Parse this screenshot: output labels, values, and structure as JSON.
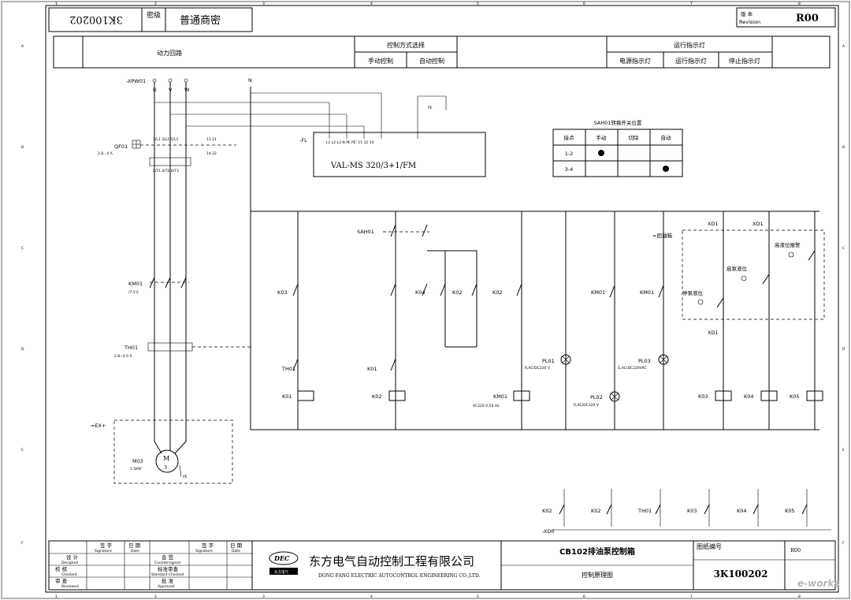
{
  "header": {
    "code": "3K100202",
    "secret_label": "密级",
    "secret_value": "普通商密",
    "revision_label_cn": "版 本",
    "revision_label_en": "Revision",
    "revision_value": "R00"
  },
  "sections": {
    "power_circuit": "动力回路",
    "control_mode": "控制方式选择",
    "manual_control": "手动控制",
    "auto_control": "自动控制",
    "run_indicator": "运行指示灯",
    "power_lamp": "电源指示灯",
    "run_lamp": "运行指示灯",
    "stop_lamp": "停止指示灯"
  },
  "switch_table": {
    "title": "SAH01转换开关位置",
    "headers": [
      "接点",
      "手动",
      "切除",
      "自动"
    ],
    "rows": [
      {
        "contact": "1-2",
        "manual": true,
        "off": false,
        "auto": false
      },
      {
        "contact": "3-4",
        "manual": false,
        "off": false,
        "auto": true
      }
    ]
  },
  "labels": {
    "xpw": "-XPW01",
    "qf": "QF01",
    "qf_rating": "2.8...4 A",
    "km_main": "KM01",
    "km_main_ref": "/7.5:E",
    "th": "TH01",
    "th_rating": "2.8~4.0 A",
    "ex": "=EX+",
    "motor": "M03",
    "motor_power": "1.5KW",
    "motor_symbol": "M",
    "motor_phase": "3",
    "pe": "PE",
    "fl": "-FL",
    "val": "VAL-MS 320/3+1/FM",
    "sah": "SAH01",
    "tank": "=回油箱",
    "xd1": "XD1",
    "xd0": "-XD0",
    "high_alarm": "高液位报警",
    "start_level": "启泵液位",
    "stop_level": "停泵液位",
    "k01": "K01",
    "k02": "K02",
    "k03": "K03",
    "k04": "K04",
    "k05": "K05",
    "km01_coil": "KM01",
    "km01_coil_spec": "AC220 V,50 Hz",
    "pl01": "PL01",
    "pl01_spec": "R,AC/DC220 V",
    "pl02": "PL02",
    "pl02_spec": "R,AC/DC220 V",
    "pl03": "PL03",
    "pl03_spec": "G,AC/DC220VAC"
  },
  "title_block": {
    "design": "设 计",
    "design_en": "Designed",
    "check": "校 核",
    "check_en": "Checked",
    "review": "审 查",
    "review_en": "Reviewed",
    "signature": "签 字",
    "signature_en": "Signature",
    "date": "日 期",
    "date_en": "Date",
    "countersign": "会 签",
    "countersign_en": "Countersigned",
    "standard": "标准审查",
    "standard_en": "Standard Checked",
    "approve": "批 准",
    "approve_en": "Approved",
    "logo": "DEC",
    "logo_sub": "东方电气",
    "company_cn": "东方电气自动控制工程有限公司",
    "company_en": "DONG FANG ELECTRIC AUTOCONTROL ENGINEERING CO.,LTD.",
    "project": "CB102排油泵控制箱",
    "drawing_name": "控制原理图",
    "drawing_no_label": "图纸编号",
    "drawing_no": "3K100202",
    "rev": "R00",
    "watermark": "e-works"
  },
  "grid": {
    "cols": [
      "1",
      "2",
      "3",
      "4",
      "5",
      "6",
      "7",
      "8"
    ],
    "rows": [
      "A",
      "B",
      "C",
      "D",
      "E",
      "F"
    ]
  }
}
